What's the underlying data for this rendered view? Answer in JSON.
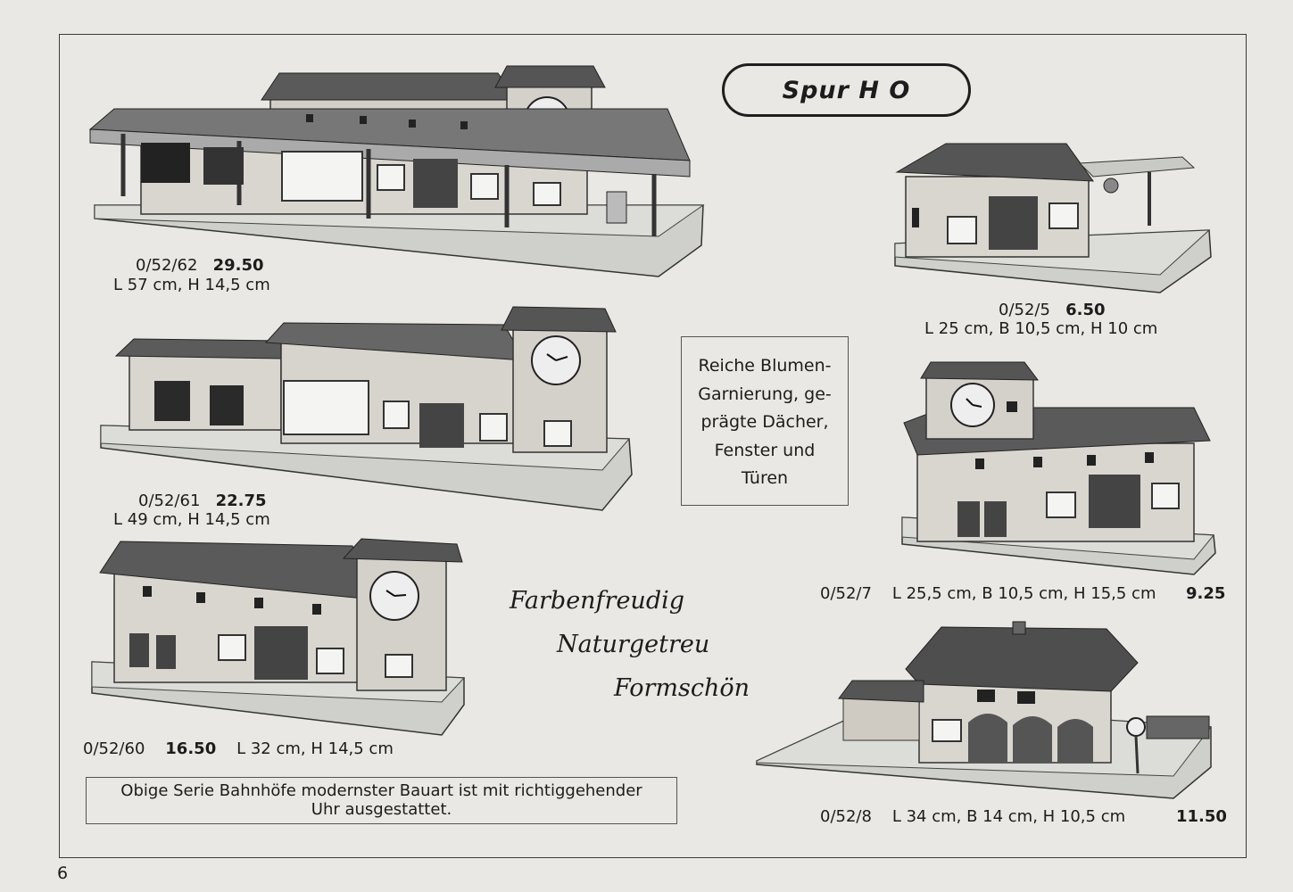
{
  "page": {
    "title": "Spur H O",
    "page_number": "6"
  },
  "products": [
    {
      "code": "0/52/62",
      "price": "29.50",
      "dims": "L 57 cm, H 14,5 cm"
    },
    {
      "code": "0/52/61",
      "price": "22.75",
      "dims": "L 49 cm, H 14,5 cm"
    },
    {
      "code": "0/52/60",
      "price": "16.50",
      "dims": "L 32 cm, H 14,5 cm"
    },
    {
      "code": "0/52/5",
      "price": "6.50",
      "dims": "L 25 cm, B 10,5 cm, H 10 cm"
    },
    {
      "code": "0/52/7",
      "price": "9.25",
      "dims": "L 25,5 cm, B 10,5 cm, H 15,5 cm"
    },
    {
      "code": "0/52/8",
      "price": "11.50",
      "dims": "L 34 cm, B 14 cm, H 10,5 cm"
    }
  ],
  "features": {
    "lines": [
      "Reiche Blumen-",
      "Garnierung, ge-",
      "prägte Dächer,",
      "Fenster und",
      "Türen"
    ]
  },
  "slogans": [
    "Farbenfreudig",
    "Naturgetreu",
    "Formschön"
  ],
  "note": {
    "line1": "Obige Serie Bahnhöfe modernster Bauart ist mit richtiggehender",
    "line2": "Uhr ausgestattet."
  },
  "colors": {
    "paper": "#e9e8e4",
    "ink": "#1c1c1c"
  }
}
